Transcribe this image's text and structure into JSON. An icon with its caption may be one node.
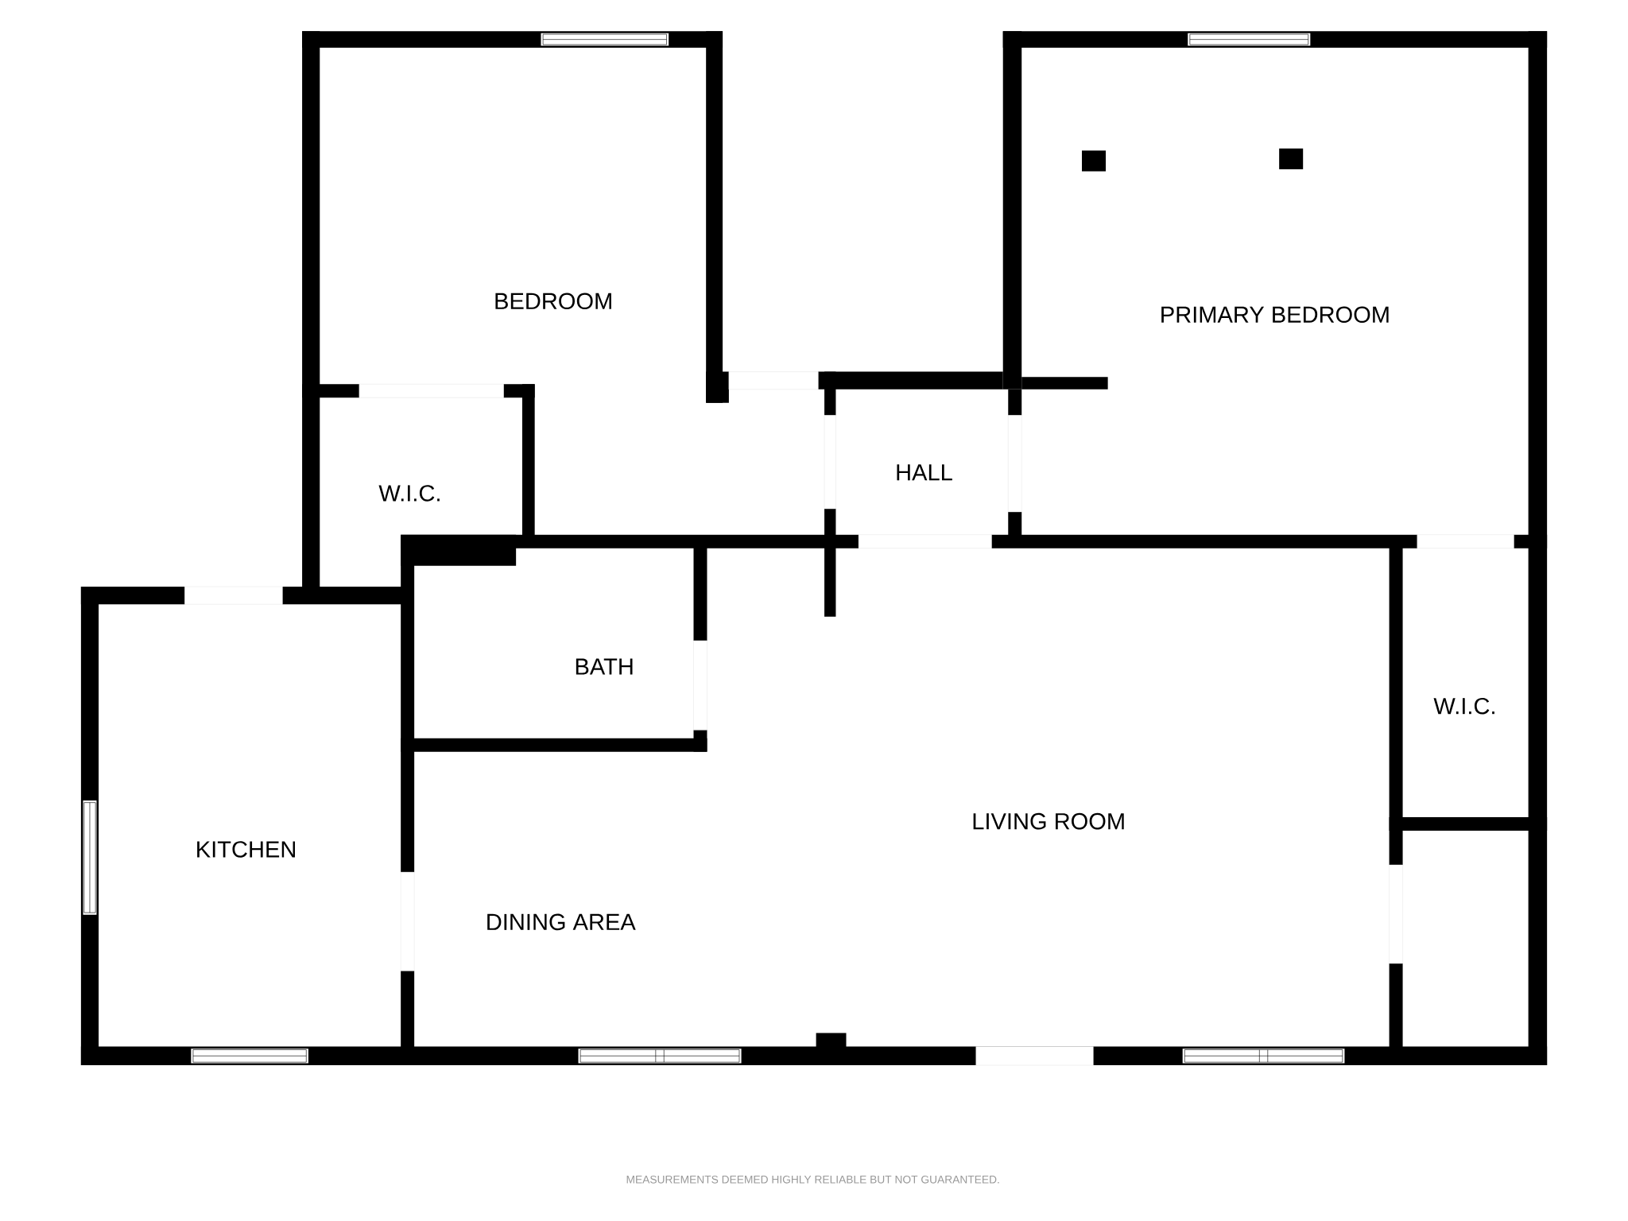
{
  "diagram": {
    "labels": [
      "BEDROOM",
      "PRIMARY BEDROOM",
      "W.I.C.",
      "HALL",
      "BATH",
      "W.I.C.",
      "KITCHEN",
      "LIVING ROOM",
      "DINING AREA",
      "MEASUREMENTS DEEMED HIGHLY RELIABLE BUT NOT GUARANTEED."
    ]
  }
}
